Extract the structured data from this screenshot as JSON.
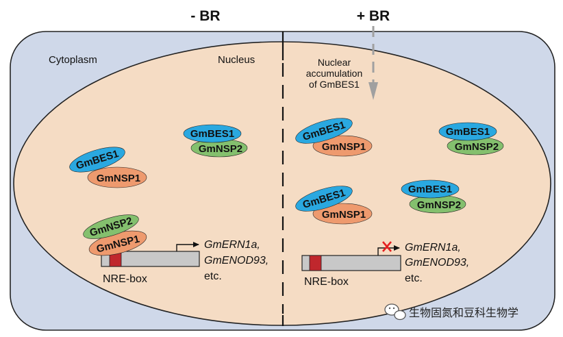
{
  "panels": {
    "minus_br_label": "- BR",
    "plus_br_label": "+ BR"
  },
  "compartments": {
    "cytoplasm": "Cytoplasm",
    "nucleus": "Nucleus"
  },
  "annotation": {
    "line1": "Nuclear",
    "line2": "accumulation",
    "line3": "of GmBES1"
  },
  "proteins": {
    "bes1": "GmBES1",
    "nsp1": "GmNSP1",
    "nsp2": "GmNSP2"
  },
  "promoter": {
    "element": "NRE-box",
    "target1": "GmERN1a,",
    "target2": "GmENOD93,",
    "target3": "etc."
  },
  "watermark": {
    "text": "生物固氮和豆科生物学",
    "icon": "wechat-icon"
  },
  "colors": {
    "cell_fill": "#cfd8e9",
    "nucleus_fill": "#f5dcc4",
    "bes1": "#2aa8e0",
    "nsp1": "#ee9a6e",
    "nsp2": "#84c06e",
    "nre_box": "#c0272d",
    "promoter_bar": "#c8c8c8",
    "block_mark": "#e52020",
    "arrow_gray": "#a0a0a0"
  }
}
